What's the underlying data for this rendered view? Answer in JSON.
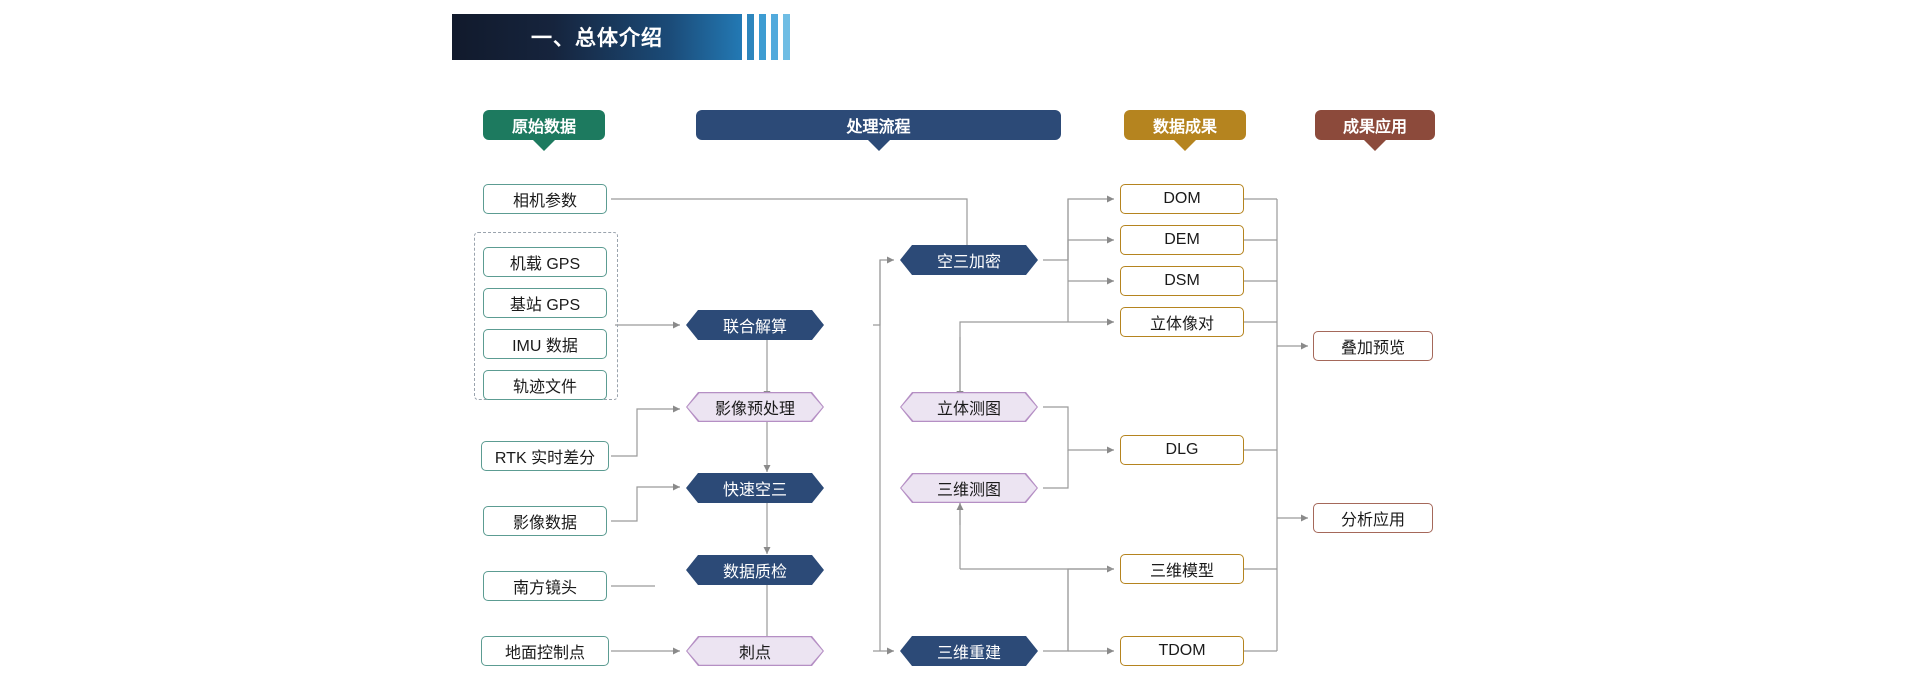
{
  "header": {
    "title": "一、总体介绍",
    "accent_dark": "#111a2c",
    "accent_light": "#2379b4",
    "bars": 4
  },
  "legend": [
    {
      "key": "raw",
      "label": "原始数据",
      "color": "#1d7a5f"
    },
    {
      "key": "process",
      "label": "处理流程",
      "color": "#2c4a77"
    },
    {
      "key": "result",
      "label": "数据成果",
      "color": "#b5841f"
    },
    {
      "key": "app",
      "label": "成果应用",
      "color": "#8c4a3b"
    }
  ],
  "columns": {
    "raw_data": {
      "title": "原始数据",
      "items": [
        {
          "label": "相机参数"
        },
        {
          "label": "机载 GPS",
          "grouped": true
        },
        {
          "label": "基站 GPS",
          "grouped": true
        },
        {
          "label": "IMU 数据",
          "grouped": true
        },
        {
          "label": "轨迹文件",
          "grouped": true
        },
        {
          "label": "RTK 实时差分"
        },
        {
          "label": "影像数据"
        },
        {
          "label": "南方镜头"
        },
        {
          "label": "地面控制点"
        }
      ]
    },
    "process": {
      "title": "处理流程",
      "stage_one": [
        {
          "label": "联合解算",
          "style": "navy"
        },
        {
          "label": "影像预处理",
          "style": "purple"
        },
        {
          "label": "快速空三",
          "style": "navy"
        },
        {
          "label": "数据质检",
          "style": "navy"
        },
        {
          "label": "刺点",
          "style": "purple"
        }
      ],
      "stage_two": [
        {
          "label": "空三加密",
          "style": "navy"
        },
        {
          "label": "立体测图",
          "style": "purple"
        },
        {
          "label": "三维测图",
          "style": "purple"
        },
        {
          "label": "三维重建",
          "style": "navy"
        }
      ]
    },
    "results": {
      "title": "数据成果",
      "items": [
        {
          "label": "DOM"
        },
        {
          "label": "DEM"
        },
        {
          "label": "DSM"
        },
        {
          "label": "立体像对"
        },
        {
          "label": "DLG"
        },
        {
          "label": "三维模型"
        },
        {
          "label": "TDOM"
        }
      ]
    },
    "applications": {
      "title": "成果应用",
      "items": [
        {
          "label": "叠加预览"
        },
        {
          "label": "分析应用"
        }
      ]
    }
  }
}
